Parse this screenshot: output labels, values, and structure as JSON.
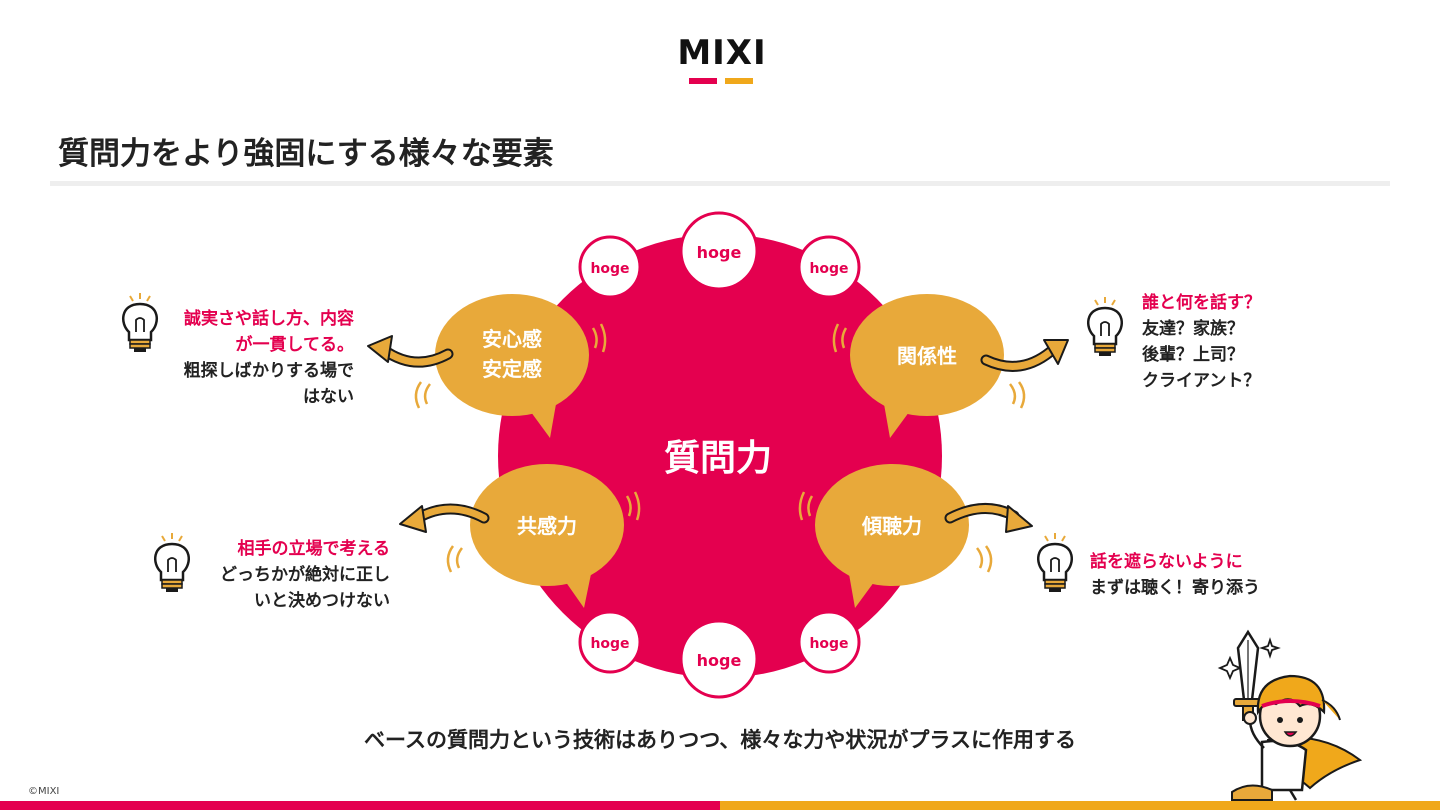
{
  "brand": {
    "logo_text": "MIXI",
    "colors": {
      "pink": "#e4004f",
      "orange": "#f0a81b",
      "bubble": "#e8a93a"
    },
    "copyright": "©MIXI"
  },
  "slide": {
    "title": "質問力をより強固にする様々な要素",
    "caption": "ベースの質問力という技術はありつつ、様々な力や状況がプラスに作用する"
  },
  "diagram": {
    "center_label": "質問力",
    "small_circles": [
      "hoge",
      "hoge",
      "hoge",
      "hoge",
      "hoge",
      "hoge"
    ],
    "bubbles": {
      "top_left": [
        "安心感",
        "安定感"
      ],
      "top_right": [
        "関係性"
      ],
      "bottom_left": [
        "共感力"
      ],
      "bottom_right": [
        "傾聴力"
      ]
    }
  },
  "notes": {
    "top_left": {
      "highlight": [
        "誠実さや話し方、内容",
        "が一貫してる。"
      ],
      "text": [
        "粗探しばかりする場で",
        "はない"
      ]
    },
    "top_right": {
      "highlight": [
        "誰と何を話す？"
      ],
      "text": [
        "友達？家族？",
        "後輩？上司？",
        "クライアント？"
      ]
    },
    "bottom_left": {
      "highlight": [
        "相手の立場で考える"
      ],
      "text": [
        "どっちかが絶対に正し",
        "いと決めつけない"
      ]
    },
    "bottom_right": {
      "highlight": [
        "話を遮らないように"
      ],
      "text": [
        "まずは聴く！寄り添う"
      ]
    }
  }
}
